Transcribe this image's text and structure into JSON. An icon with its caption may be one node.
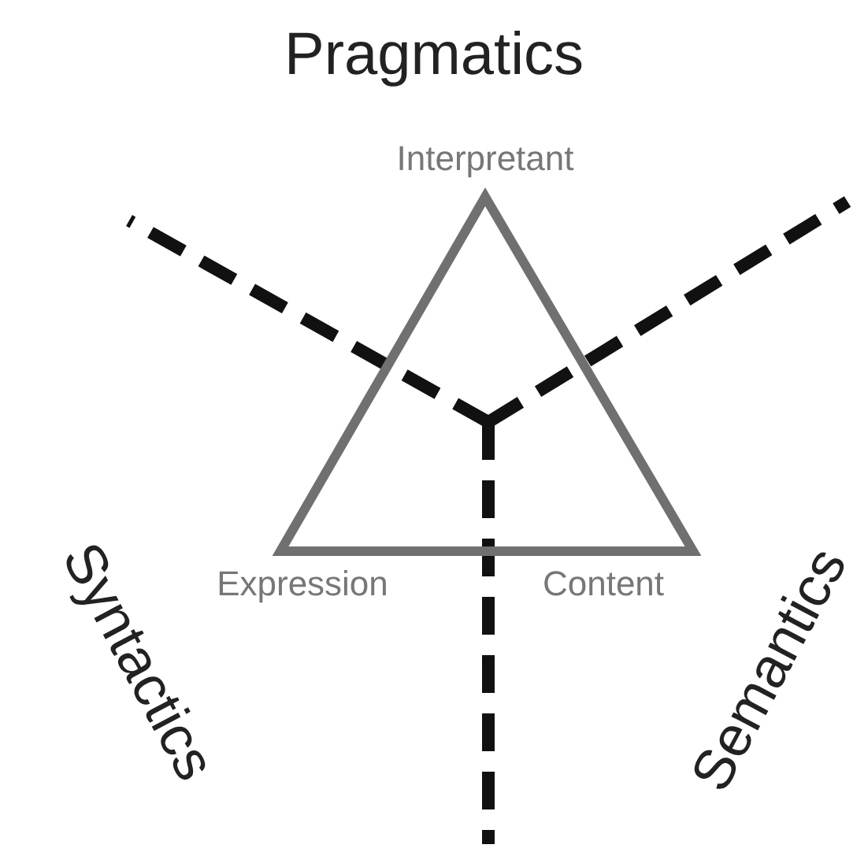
{
  "diagram": {
    "title": "Pragmatics",
    "nodes": [
      {
        "text": [
          "Interpretant",
          "Expression",
          "Content"
        ]
      }
    ],
    "labels": [
      "Syntactics",
      "Semantics"
    ]
  }
}
